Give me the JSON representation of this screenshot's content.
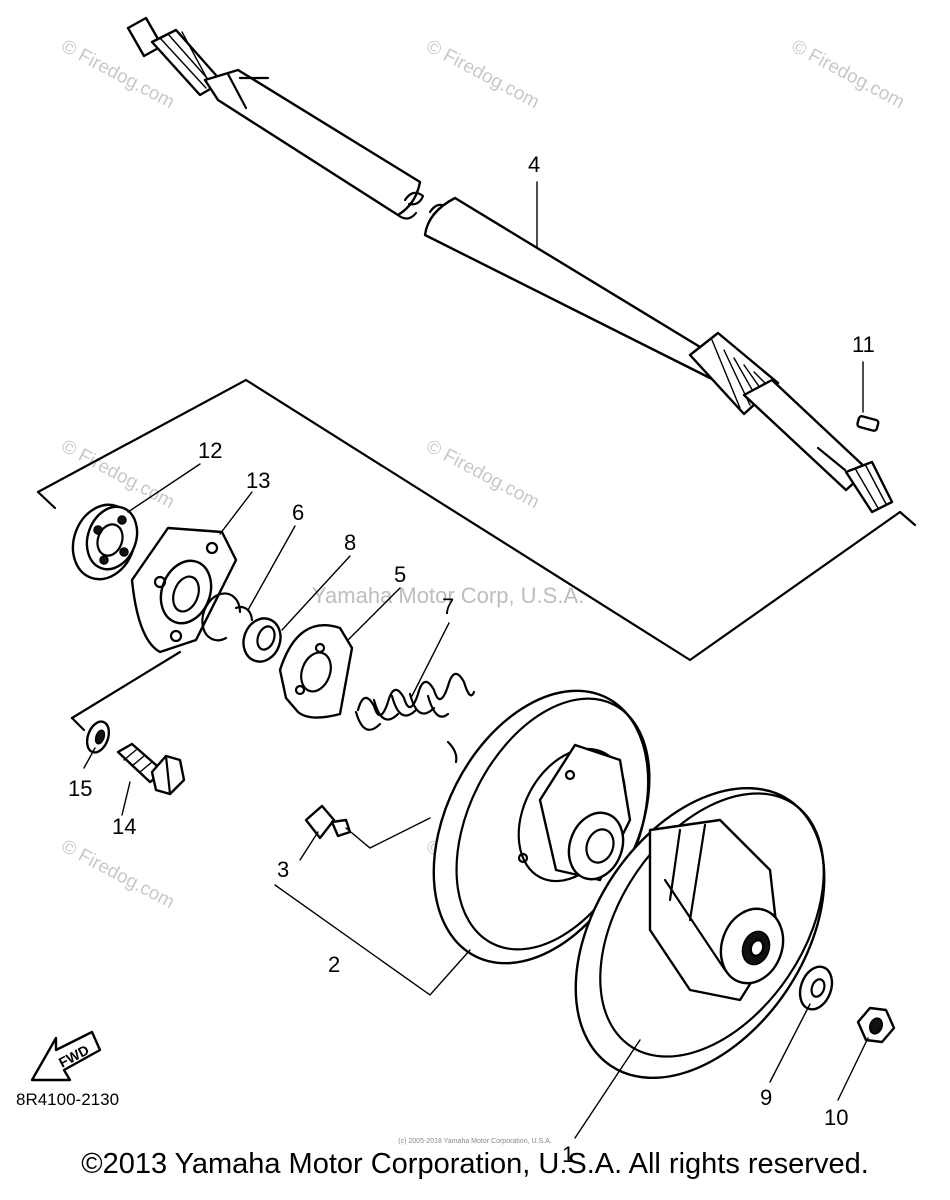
{
  "watermarks": {
    "firedog": "© Firedog.com",
    "center": "Yamaha Motor Corp, U.S.A."
  },
  "callouts": {
    "n1": "1",
    "n2": "2",
    "n3": "3",
    "n4": "4",
    "n5": "5",
    "n6": "6",
    "n7": "7",
    "n8": "8",
    "n9": "9",
    "n10": "10",
    "n11": "11",
    "n12": "12",
    "n13": "13",
    "n14": "14",
    "n15": "15"
  },
  "fwd_label": "FWD",
  "diagram_code": "8R4100-2130",
  "tiny_copyright": "(c) 2005-2018 Yamaha Motor Corporation, U.S.A.",
  "footer_copyright": "©2013 Yamaha Motor Corporation, U.S.A. All rights reserved."
}
